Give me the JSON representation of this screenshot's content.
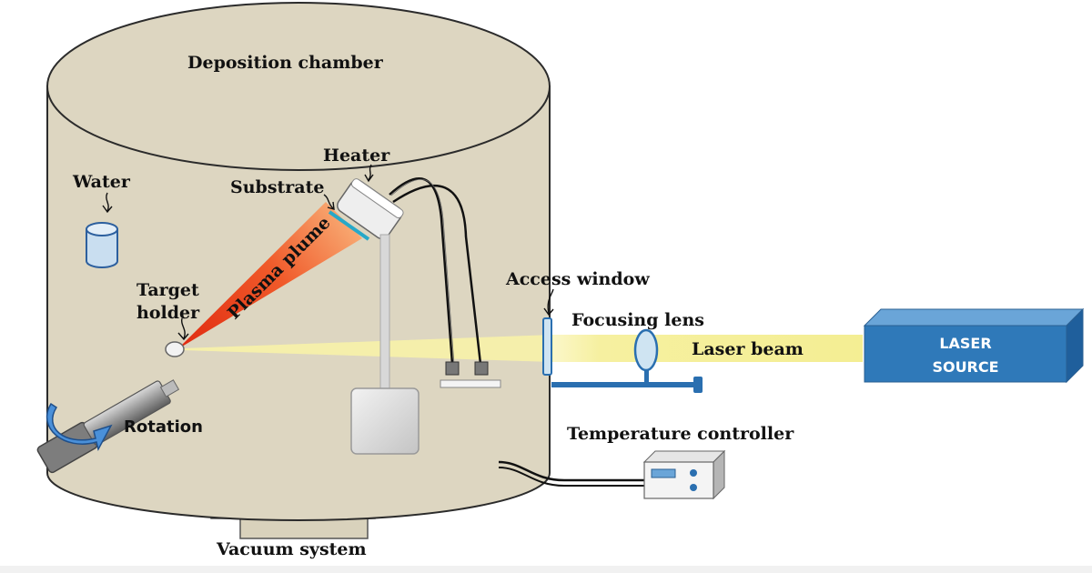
{
  "labels": {
    "chamber": "Deposition chamber",
    "heater": "Heater",
    "substrate": "Substrate",
    "water": "Water",
    "plasma_plume": "Plasma plume",
    "target_holder_line1": "Target",
    "target_holder_line2": "holder",
    "rotation": "Rotation",
    "access_window": "Access window",
    "focusing_lens": "Focusing lens",
    "laser_beam": "Laser beam",
    "laser_source_line1": "LASER",
    "laser_source_line2": "SOURCE",
    "temperature_controller": "Temperature controller",
    "vacuum_system": "Vacuum system"
  },
  "colors": {
    "chamber_fill": "#ddd6c1",
    "chamber_stroke": "#2b2b2b",
    "laser_source": "#2f79b9",
    "laser_beam": "#f5f09a",
    "plume_red": "#e8371a",
    "plume_orange": "#f7a15a",
    "substrate_blue": "#27a8c8",
    "water_fill": "#c9def0",
    "water_stroke": "#2c5f9e",
    "lens_fill": "#cfe4f2",
    "bar_blue": "#2a6fb0"
  }
}
